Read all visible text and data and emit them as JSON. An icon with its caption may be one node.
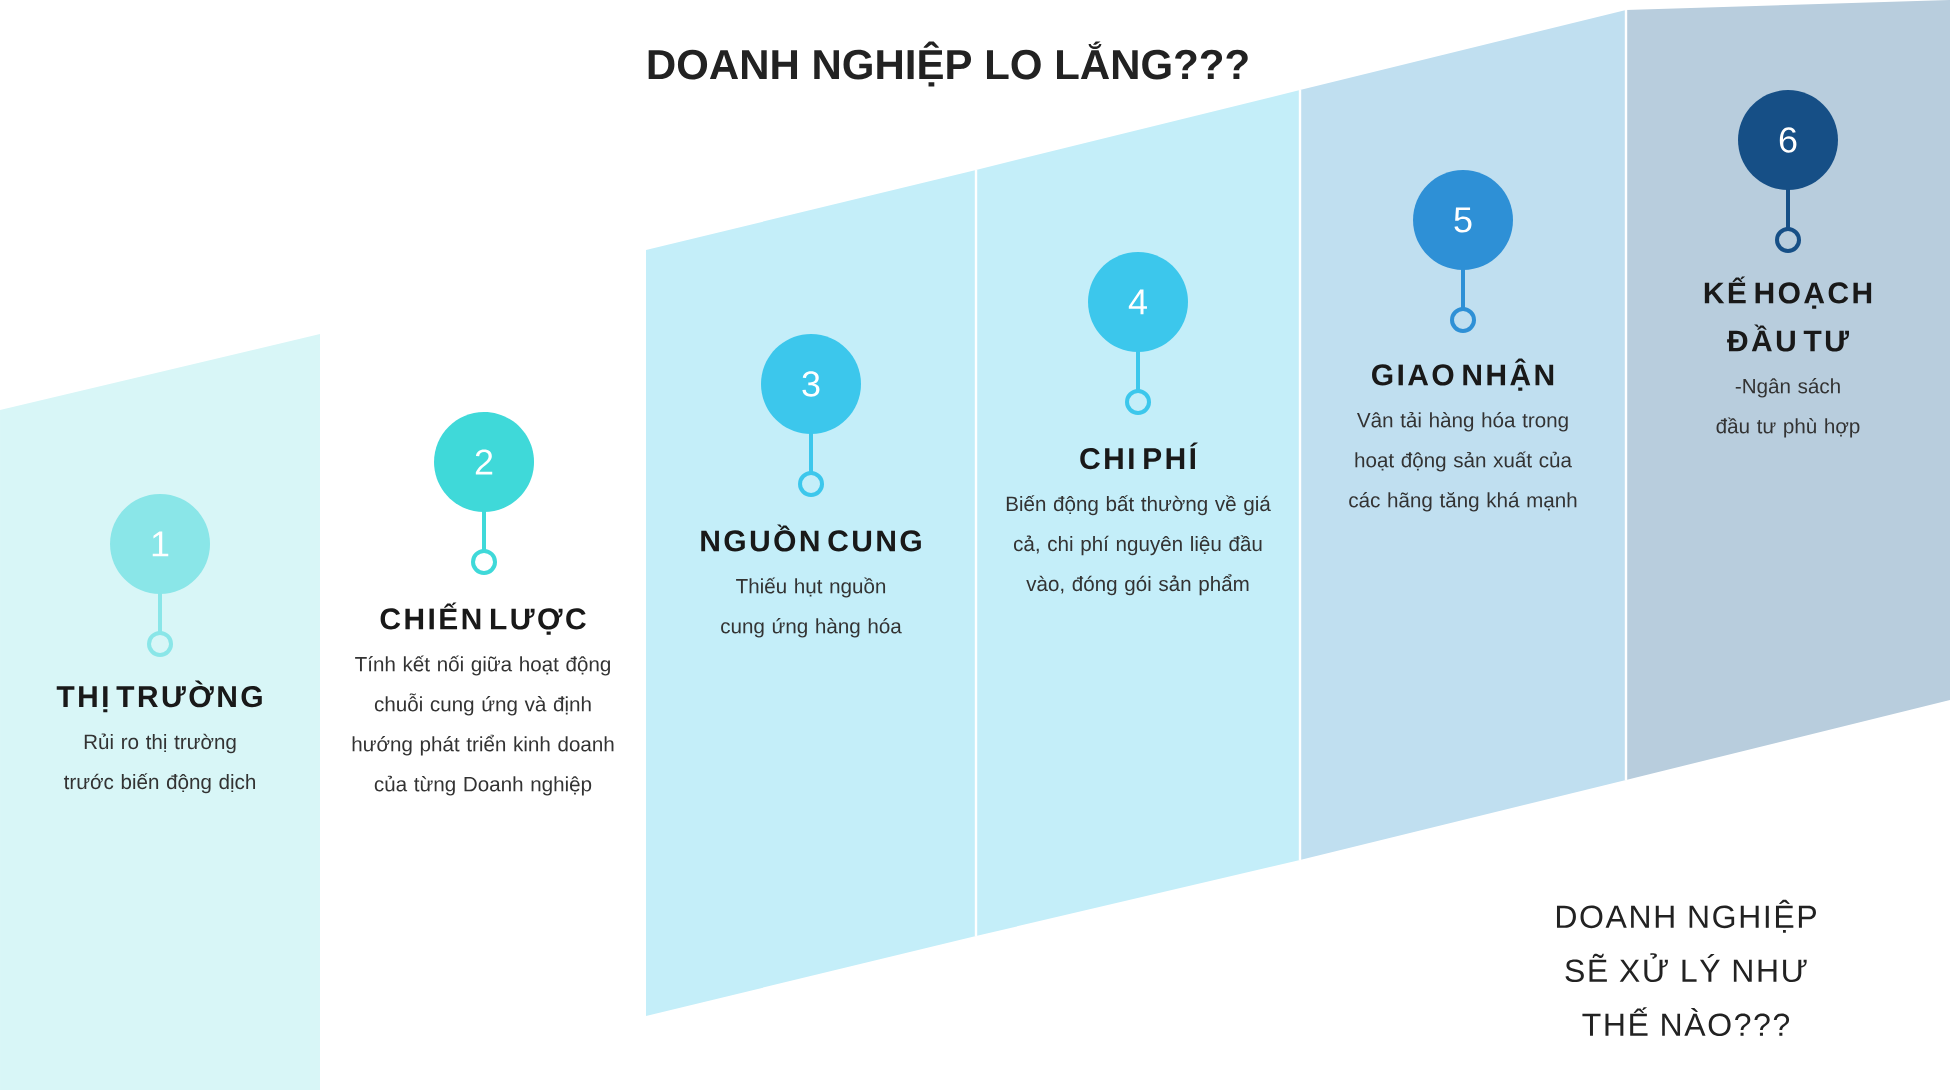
{
  "diagram": {
    "title": "DOANH NGHIỆP LO LẮNG???",
    "nodes": [
      {
        "text": [
          "THỊ TRƯỜNG",
          "Rủi ro thị trường trước biến động dịch"
        ]
      },
      {
        "text": [
          "CHIẾN LƯỢC",
          "Tính kết nối giữa hoạt động chuỗi cung ứng và định hướng phát triển kinh doanh của từng Doanh nghiệp"
        ]
      },
      {
        "text": [
          "NGUỒN CUNG",
          "Thiếu hụt nguồn cung ứng hàng hóa"
        ]
      },
      {
        "text": [
          "CHI PHÍ",
          "Biến động bất thường về giá cả, chi phí nguyên liệu đầu vào, đóng gói sản phẩm"
        ]
      },
      {
        "text": [
          "GIAO NHẬN",
          "Vân tải hàng hóa trong hoạt động sản xuất của các hãng tăng khá mạnh"
        ]
      },
      {
        "text": [
          "KẾ HOẠCH ĐẦU TƯ",
          "-Ngân sách đầu tư phù hợp"
        ]
      },
      {
        "text": [
          "1"
        ],
        "in": 0
      },
      {
        "text": [
          "2"
        ]
      },
      {
        "text": [
          "3"
        ],
        "in": 2
      },
      {
        "text": [
          "4"
        ],
        "in": 3
      },
      {
        "text": [
          "5"
        ],
        "in": 4
      },
      {
        "text": [
          "6"
        ],
        "in": 5
      }
    ],
    "labels": [
      "DOANH NGHIỆP SẼ XỬ LÝ NHƯ THẾ NÀO???"
    ]
  }
}
